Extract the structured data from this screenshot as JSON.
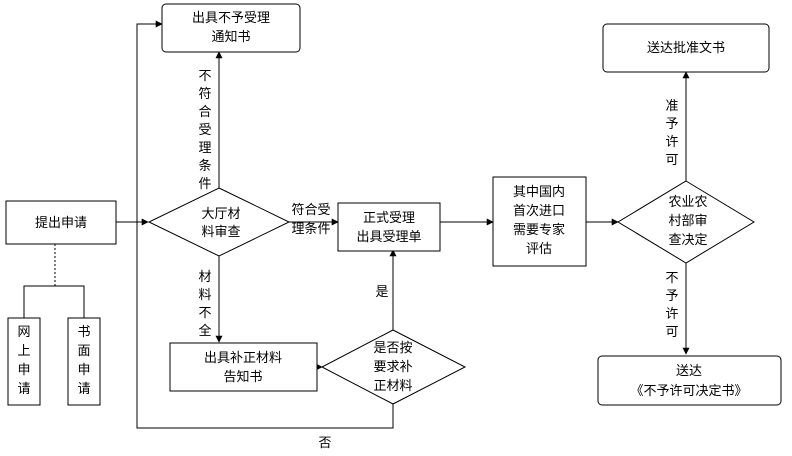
{
  "nodes": {
    "submit": {
      "lines": [
        "提出申请"
      ]
    },
    "online": {
      "chars": [
        "网",
        "上",
        "申",
        "请"
      ]
    },
    "written": {
      "chars": [
        "书",
        "面",
        "申",
        "请"
      ]
    },
    "hall_review": {
      "lines": [
        "大厅材",
        "料审查"
      ]
    },
    "not_accept_notice": {
      "lines": [
        "出具不予受理",
        "通知书"
      ]
    },
    "supplement_notice": {
      "lines": [
        "出具补正材料",
        "告知书"
      ]
    },
    "supplement_check": {
      "lines": [
        "是否按",
        "要求补",
        "正材料"
      ]
    },
    "formal_accept": {
      "lines": [
        "正式受理",
        "出具受理单"
      ]
    },
    "expert_eval": {
      "lines": [
        "其中国内",
        "首次进口",
        "需要专家",
        "评估"
      ]
    },
    "ministry_review": {
      "lines": [
        "农业农",
        "村部审",
        "查决定"
      ]
    },
    "approval_doc": {
      "lines": [
        "送达批准文书"
      ]
    },
    "refusal_doc": {
      "lines": [
        "送达",
        "《不予许可决定书》"
      ]
    }
  },
  "edges": {
    "not_meet_conditions": {
      "chars": [
        "不",
        "符",
        "合",
        "受",
        "理",
        "条",
        "件"
      ]
    },
    "meet_conditions": {
      "lines": [
        "符合受",
        "理条件"
      ]
    },
    "incomplete": {
      "chars": [
        "材",
        "料",
        "不",
        "全"
      ]
    },
    "yes": {
      "label": "是"
    },
    "no": {
      "label": "否"
    },
    "approve": {
      "chars": [
        "准",
        "予",
        "许",
        "可"
      ]
    },
    "refuse": {
      "chars": [
        "不",
        "予",
        "许",
        "可"
      ]
    }
  },
  "colors": {
    "stroke": "#000000",
    "background": "#ffffff"
  }
}
